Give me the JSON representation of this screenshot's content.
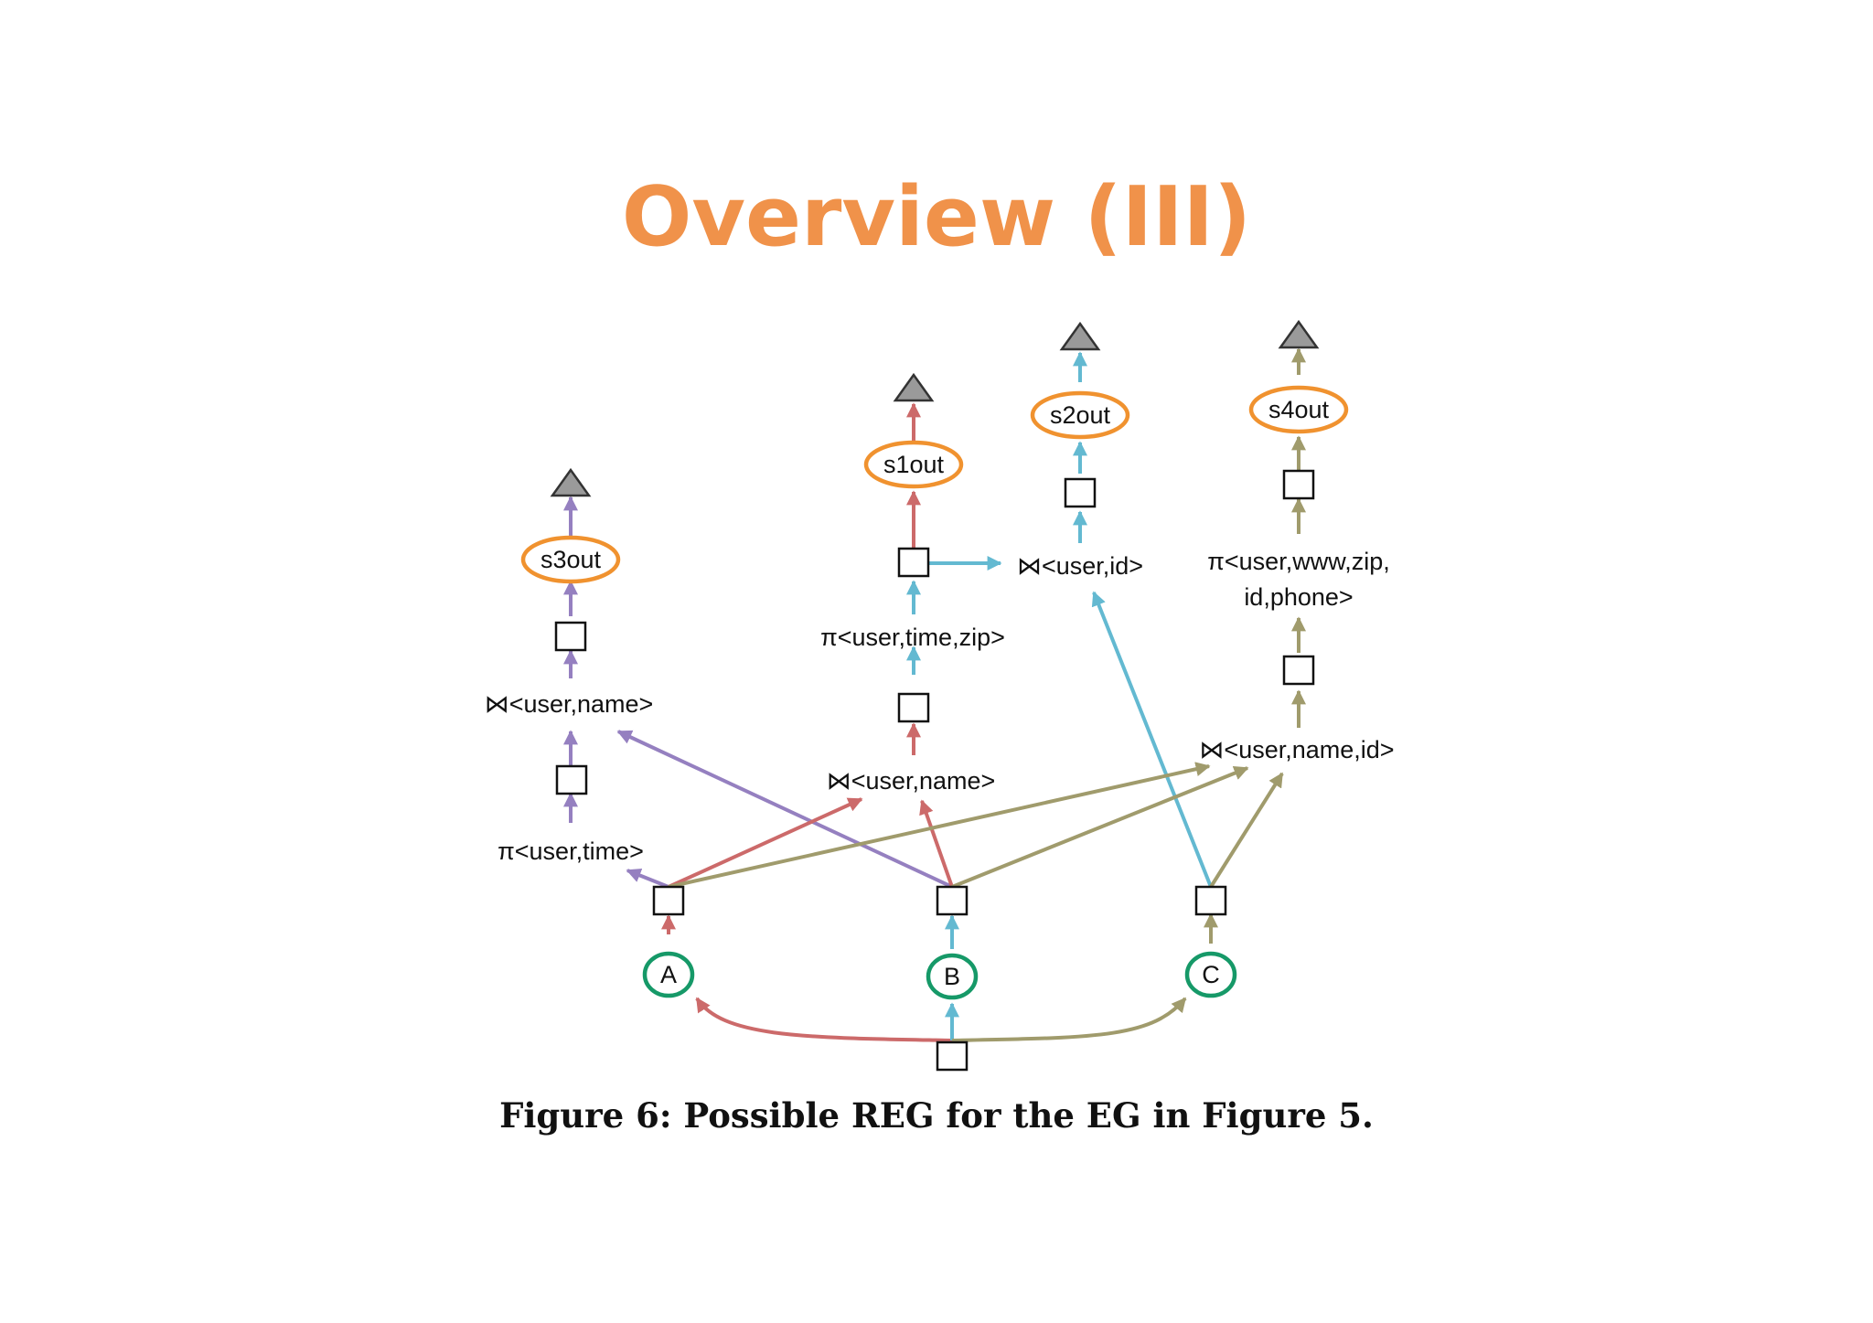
{
  "slide": {
    "title": "Overview (III)",
    "caption": "Figure 6: Possible REG for the EG in Figure 5."
  },
  "colors": {
    "title": "#f0924a",
    "output_ellipse": "#f0922f",
    "input_circle": "#169968",
    "red_edge": "#cc6a6a",
    "blue_edge": "#63b9d1",
    "purple_edge": "#9580c0",
    "olive_edge": "#a09b6c",
    "sink_triangle": "#9a9a9a"
  },
  "diagram": {
    "sources": [
      "A",
      "B",
      "C"
    ],
    "outputs": [
      "s1out",
      "s2out",
      "s3out",
      "s4out"
    ],
    "operators": {
      "s3_join": "⋈<user,name>",
      "s3_project": "π<user,time>",
      "s1_project": "π<user,time,zip>",
      "s1_join": "⋈<user,name>",
      "s2_join": "⋈<user,id>",
      "s4_project_line1": "π<user,www,zip,",
      "s4_project_line2": "id,phone>",
      "s4_join": "⋈<user,name,id>"
    }
  }
}
